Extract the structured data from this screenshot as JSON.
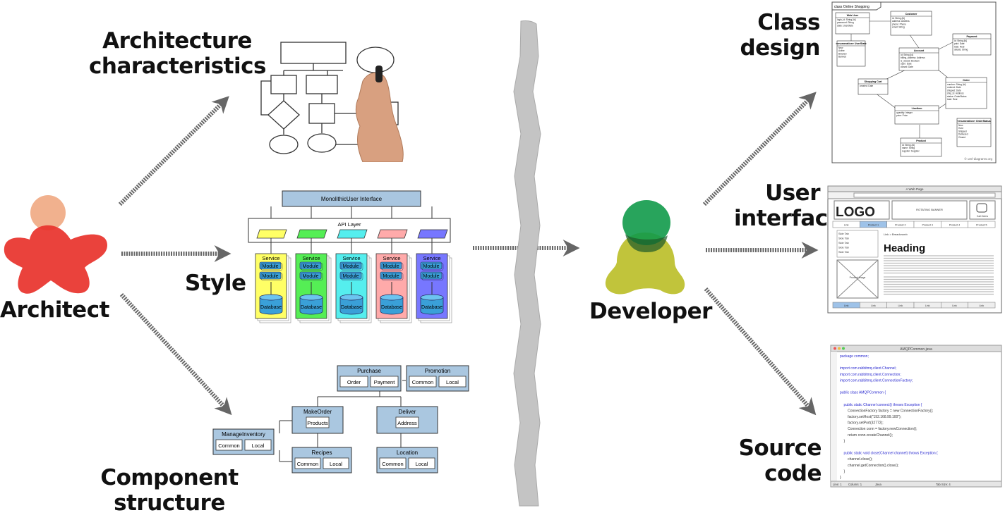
{
  "left": {
    "architect_label": "Architect",
    "arch_char_label": [
      "Architecture",
      "characteristics"
    ],
    "style_label": "Style",
    "component_label": [
      "Component",
      "structure"
    ]
  },
  "right": {
    "developer_label": "Developer",
    "class_design_label": [
      "Class",
      "design"
    ],
    "user_interface_label": [
      "User",
      "interface"
    ],
    "source_code_label": [
      "Source",
      "code"
    ]
  },
  "style_diagram": {
    "ui_box": "MonolithicUser Interface",
    "api_layer": "API Layer",
    "service": "Service",
    "module": "Module",
    "database": "Database",
    "colors": [
      "#ffff66",
      "#55ee55",
      "#55eeee",
      "#ffaaaa",
      "#7777ff"
    ]
  },
  "component_diagram": {
    "purchase": {
      "title": "Purchase",
      "items": [
        "Order",
        "Payment"
      ]
    },
    "promotion": {
      "title": "Promotion",
      "items": [
        "Common",
        "Local"
      ]
    },
    "makeorder": {
      "title": "MakeOrder",
      "items": [
        "Products"
      ]
    },
    "deliver": {
      "title": "Deliver",
      "items": [
        "Address"
      ]
    },
    "manageinventory": {
      "title": "ManageInventory",
      "items": [
        "Common",
        "Local"
      ]
    },
    "recipes": {
      "title": "Recipes",
      "items": [
        "Common",
        "Local"
      ]
    },
    "location": {
      "title": "Location",
      "items": [
        "Common",
        "Local"
      ]
    }
  },
  "class_diagram": {
    "frame_title": "class Online Shopping",
    "classes": {
      "webuser": {
        "name": "Web User",
        "attrs": [
          "login_id: String {id}",
          "password: String",
          "state: UserState"
        ]
      },
      "customer": {
        "name": "Customer",
        "attrs": [
          "id: String {id}",
          "address: Address",
          "phone: Phone",
          "email: String"
        ]
      },
      "userstate": {
        "name": "«enumeration» UserState",
        "attrs": [
          "New",
          "Active",
          "Blocked",
          "Banned"
        ]
      },
      "account": {
        "name": "Account",
        "attrs": [
          "id: String {id}",
          "billing_address: Address",
          "is_closed: Boolean",
          "open: Date",
          "closed: Date"
        ]
      },
      "payment": {
        "name": "Payment",
        "attrs": [
          "id: String {id}",
          "paid: Date",
          "total: Real",
          "details: String"
        ]
      },
      "cart": {
        "name": "Shopping Cart",
        "attrs": [
          "created: Date"
        ]
      },
      "order": {
        "name": "Order",
        "attrs": [
          "number: String {id}",
          "ordered: Date",
          "shipped: Date",
          "ship_to: Address",
          "status: OrderStatus",
          "total: Real"
        ]
      },
      "lineitem": {
        "name": "LineItem",
        "attrs": [
          "quantity: Integer",
          "price: Price"
        ]
      },
      "orderstatus": {
        "name": "«enumeration» OrderStatus",
        "attrs": [
          "New",
          "Hold",
          "Shipped",
          "Delivered",
          "Closed"
        ]
      },
      "product": {
        "name": "Product",
        "attrs": [
          "id: String {id}",
          "name: String",
          "supplier: Supplier"
        ]
      }
    },
    "footer": "© uml-diagrams.org"
  },
  "ui_mockup": {
    "window_title": "A Web Page",
    "logo": "LOGO",
    "banner": "ROTATING BANNER",
    "cart": "Cart Items",
    "nav": [
      "Link",
      "Product 1",
      "Product 2",
      "Product 3",
      "Product 4",
      "Product 5"
    ],
    "sidebar": [
      "Side Tab",
      "Side Tab",
      "Side Tab",
      "Side Tab",
      "Side Tab"
    ],
    "breadcrumb": "Link > Breadcrumb",
    "heading": "Heading",
    "image_label": "Product Image",
    "footer_nav": [
      "Link",
      "Link",
      "Link",
      "Link",
      "Link",
      "Link"
    ]
  },
  "code_window": {
    "title": "AMQPCommon.java",
    "lines": [
      "package common;",
      "",
      "import com.rabbitmq.client.Channel;",
      "import com.rabbitmq.client.Connection;",
      "import com.rabbitmq.client.ConnectionFactory;",
      "",
      "public class AMQPCommon {",
      "",
      "    public static Channel connect() throws Exception {",
      "        ConnectionFactory factory = new ConnectionFactory();",
      "        factory.setHost(\"192.168.99.100\");",
      "        factory.setPort(32772);",
      "        Connection conn = factory.newConnection();",
      "        return conn.createChannel();",
      "    }",
      "",
      "    public static void close(Channel channel) throws Exception {",
      "        channel.close();",
      "        channel.getConnection().close();",
      "    }",
      "}"
    ],
    "status": [
      "Line: 1",
      "Column: 1",
      "Java",
      "Tab Size: 4"
    ]
  }
}
